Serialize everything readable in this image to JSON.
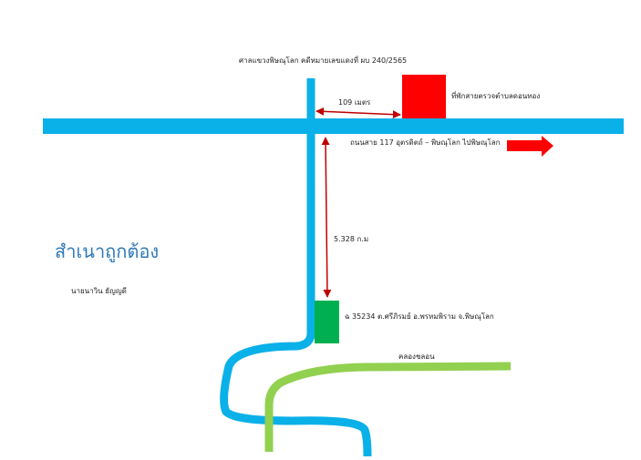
{
  "map": {
    "header_text": "ศาลแขวงพิษณุโลก คดีหมายเลขแดงที่ ผบ 240/2565",
    "distance_top": "109 เมตร",
    "landmark_label": "ที่พักสายตรวจตำบลดอนทอง",
    "road_label": "ถนนสาย 117 อุตรดิตถ์ – พิษณุโลก ไปพิษณุโลก",
    "distance_vertical_value": "5.328",
    "distance_vertical_unit": "ก.ม",
    "property_label": "ฉ 35234 ต.ศรีภิรมย์ อ.พรหมพิราม จ.พิษณุโลก",
    "canal_label": "คลองชลอน",
    "certified_text": "สำเนาถูกต้อง",
    "signer_name": "นายนาวิน ธัญญดี",
    "colors": {
      "road": "#0ab0e8",
      "canal": "#92d050",
      "landmark": "#ff0000",
      "property": "#00b050",
      "arrow": "#ff0000",
      "dimension_line": "#c00000"
    }
  }
}
